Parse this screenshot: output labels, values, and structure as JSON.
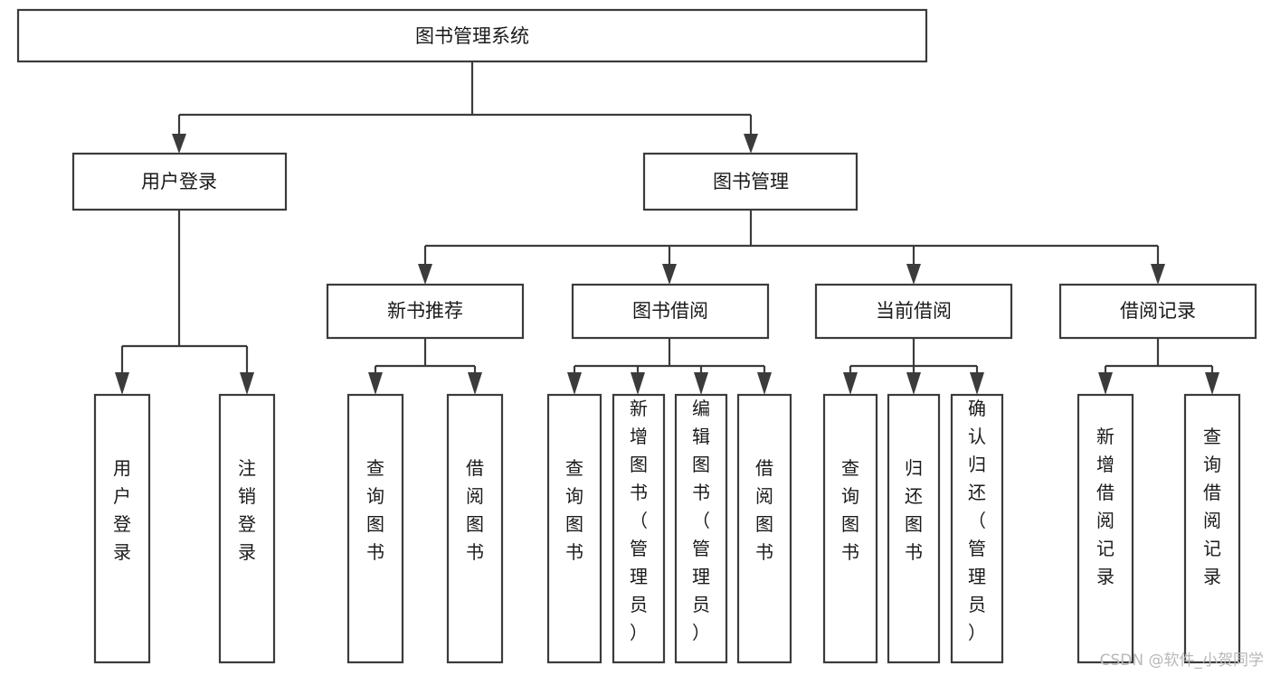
{
  "diagram": {
    "title": "图书管理系统",
    "type": "tree",
    "background_color": "#ffffff",
    "box_stroke_color": "#3b3b3b",
    "box_fill_color": "#ffffff",
    "text_color": "#1a1a1a",
    "watermark": "CSDN @软件_小贺同学",
    "watermark_color": "#b8b8b8"
  },
  "nodes": {
    "root": {
      "label": "图书管理系统",
      "level": 1,
      "orientation": "horizontal"
    },
    "level2": [
      {
        "id": "user-login",
        "label": "用户登录",
        "orientation": "horizontal"
      },
      {
        "id": "book-manage",
        "label": "图书管理",
        "orientation": "horizontal"
      }
    ],
    "level3": [
      {
        "id": "new-book-recommend",
        "label": "新书推荐",
        "parent": "book-manage",
        "orientation": "horizontal"
      },
      {
        "id": "book-borrow",
        "label": "图书借阅",
        "parent": "book-manage",
        "orientation": "horizontal"
      },
      {
        "id": "current-borrow",
        "label": "当前借阅",
        "parent": "book-manage",
        "orientation": "horizontal"
      },
      {
        "id": "borrow-record",
        "label": "借阅记录",
        "parent": "book-manage",
        "orientation": "horizontal"
      }
    ],
    "leaves": [
      {
        "id": "leaf-user-login",
        "label": "用户登录",
        "parent": "user-login",
        "orientation": "vertical"
      },
      {
        "id": "leaf-user-logout",
        "label": "注销登录",
        "parent": "user-login",
        "orientation": "vertical"
      },
      {
        "id": "leaf-query-book-1",
        "label": "查询图书",
        "parent": "new-book-recommend",
        "orientation": "vertical"
      },
      {
        "id": "leaf-borrow-book-1",
        "label": "借阅图书",
        "parent": "new-book-recommend",
        "orientation": "vertical"
      },
      {
        "id": "leaf-query-book-2",
        "label": "查询图书",
        "parent": "book-borrow",
        "orientation": "vertical"
      },
      {
        "id": "leaf-add-book",
        "label": "新增图书（管理员）",
        "parent": "book-borrow",
        "orientation": "vertical"
      },
      {
        "id": "leaf-edit-book",
        "label": "编辑图书（管理员）",
        "parent": "book-borrow",
        "orientation": "vertical"
      },
      {
        "id": "leaf-borrow-book-2",
        "label": "借阅图书",
        "parent": "book-borrow",
        "orientation": "vertical"
      },
      {
        "id": "leaf-query-book-3",
        "label": "查询图书",
        "parent": "current-borrow",
        "orientation": "vertical"
      },
      {
        "id": "leaf-return-book",
        "label": "归还图书",
        "parent": "current-borrow",
        "orientation": "vertical"
      },
      {
        "id": "leaf-confirm-return",
        "label": "确认归还（管理员）",
        "parent": "current-borrow",
        "orientation": "vertical"
      },
      {
        "id": "leaf-add-record",
        "label": "新增借阅记录",
        "parent": "borrow-record",
        "orientation": "vertical"
      },
      {
        "id": "leaf-query-record",
        "label": "查询借阅记录",
        "parent": "borrow-record",
        "orientation": "vertical"
      }
    ]
  }
}
